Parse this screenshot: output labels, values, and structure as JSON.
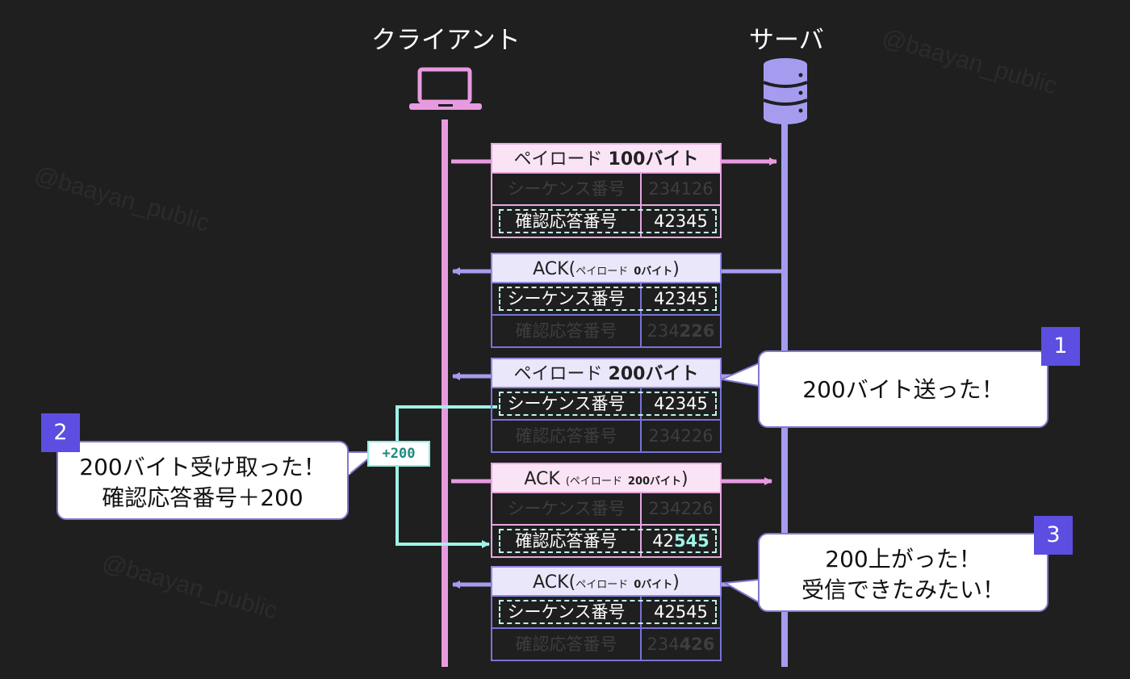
{
  "actors": {
    "client": "クライアント",
    "server": "サーバ"
  },
  "watermark": "@baayan_public",
  "colors": {
    "client_line": "#e89ae0",
    "server_line": "#a59cf0",
    "highlight": "#9ef3e6",
    "badge": "#5b4ee0"
  },
  "labels": {
    "seq": "シーケンス番号",
    "ack": "確認応答番号"
  },
  "messages": [
    {
      "direction": "client-to-server",
      "header_main": "ペイロード",
      "header_bold": "100バイト",
      "seq_value": "234126",
      "ack_value": "42345"
    },
    {
      "direction": "server-to-client",
      "header_main": "ACK(",
      "header_small": "ペイロード",
      "header_small_bold": "0バイト",
      "header_close": ")",
      "seq_value": "42345",
      "ack_value_a": "234",
      "ack_value_b": "226"
    },
    {
      "direction": "server-to-client",
      "header_main": "ペイロード",
      "header_bold": "200バイト",
      "seq_value": "42345",
      "ack_value": "234226"
    },
    {
      "direction": "client-to-server",
      "header_main": "ACK",
      "header_small_open": "(",
      "header_small": "ペイロード",
      "header_small_bold": "200バイト",
      "header_close": ")",
      "seq_value": "234226",
      "ack_value_a": "42",
      "ack_value_b": "545"
    },
    {
      "direction": "server-to-client",
      "header_main": "ACK(",
      "header_small": "ペイロード",
      "header_small_bold": "0バイト",
      "header_close": ")",
      "seq_value": "42545",
      "ack_value_a": "234",
      "ack_value_b": "426"
    }
  ],
  "plus_label": "+200",
  "callouts": [
    {
      "badge": "1",
      "lines": [
        "200バイト送った！"
      ]
    },
    {
      "badge": "2",
      "lines": [
        "200バイト受け取った！",
        "確認応答番号＋200"
      ]
    },
    {
      "badge": "3",
      "lines": [
        "200上がった！",
        "受信できたみたい！"
      ]
    }
  ]
}
